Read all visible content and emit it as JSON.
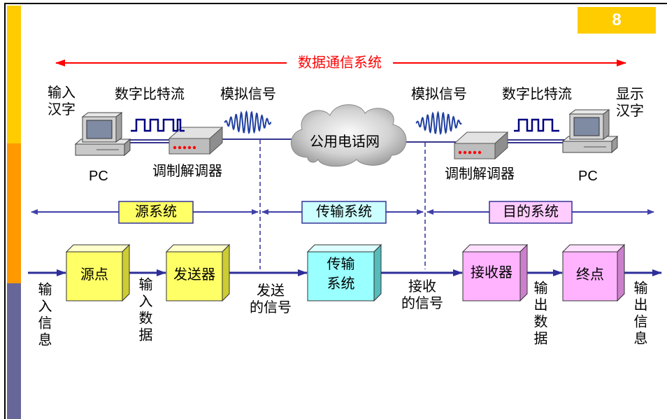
{
  "slide": {
    "page_number": "8",
    "colors": {
      "page_number_box": "#FFCC00",
      "left_bar_top": "#FFCC00",
      "left_bar_middle": "#FF9900",
      "left_bar_bottom": "#666699",
      "title": "#FF0000",
      "lines": "#2E2E99"
    }
  },
  "overview": {
    "title": "数据通信系统",
    "input_label": {
      "line1": "输入",
      "line2": "汉字"
    },
    "output_label": {
      "line1": "显示",
      "line2": "汉字"
    },
    "left_digital": "数字比特流",
    "left_analog": "模拟信号",
    "right_analog": "模拟信号",
    "right_digital": "数字比特流",
    "left_pc": "PC",
    "right_pc": "PC",
    "left_modem": "调制解调器",
    "right_modem": "调制解调器",
    "network": "公用电话网",
    "icons": {
      "computer": "desktop-computer-icon",
      "modem": "modem-icon",
      "network": "cloud-icon",
      "digital_signal": "square-wave-icon",
      "analog_signal": "sine-wave-icon"
    }
  },
  "subsystems": [
    {
      "label": "源系统",
      "color": "#FFFF66"
    },
    {
      "label": "传输系统",
      "color": "#CCFFFF"
    },
    {
      "label": "目的系统",
      "color": "#FFCCFF"
    }
  ],
  "blocks": [
    {
      "label": "源点",
      "color": "#FFFF66"
    },
    {
      "label": "发送器",
      "color": "#FFFF66"
    },
    {
      "label_line1": "传输",
      "label_line2": "系统",
      "color": "#99FFFF"
    },
    {
      "label": "接收器",
      "color": "#FFB3FF"
    },
    {
      "label": "终点",
      "color": "#FFB3FF"
    }
  ],
  "flow_labels": {
    "input_info": "输入信息",
    "input_data": "输入数据",
    "sent_signal": {
      "line1": "发送",
      "line2": "的信号"
    },
    "received_signal": {
      "line1": "接收",
      "line2": "的信号"
    },
    "output_data": "输出数据",
    "output_info": "输出信息"
  }
}
